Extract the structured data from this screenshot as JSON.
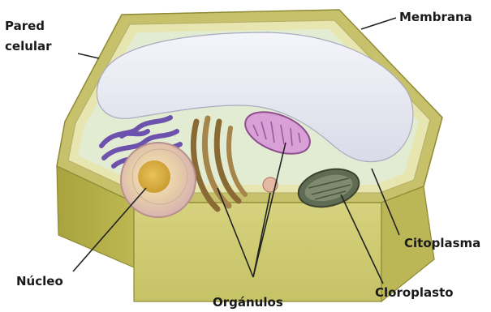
{
  "labels": {
    "pared_celular": [
      "Pared",
      "celular"
    ],
    "membrana": "Membrana",
    "nucleo": "Núcleo",
    "organulos": "Orgánulos",
    "citoplasma": "Citoplasma",
    "cloroplasto": "Cloroplasto"
  },
  "colors": {
    "wall_outer": "#c9c46a",
    "wall_side": "#b2ad48",
    "wall_front": "#cfcc78",
    "membrane_edge": "#e8e6b0",
    "cytoplasm": "#e2ecd3",
    "vacuole": "#e7e8f0",
    "nucleus_outer": "#e6c9c3",
    "nucleolus": "#d3ab3e",
    "golgi": "#9c7c44",
    "er": "#7a5fb5",
    "mitochondria": "#c58fc9",
    "chloroplast": "#6f7a63",
    "leader": "#222222"
  }
}
